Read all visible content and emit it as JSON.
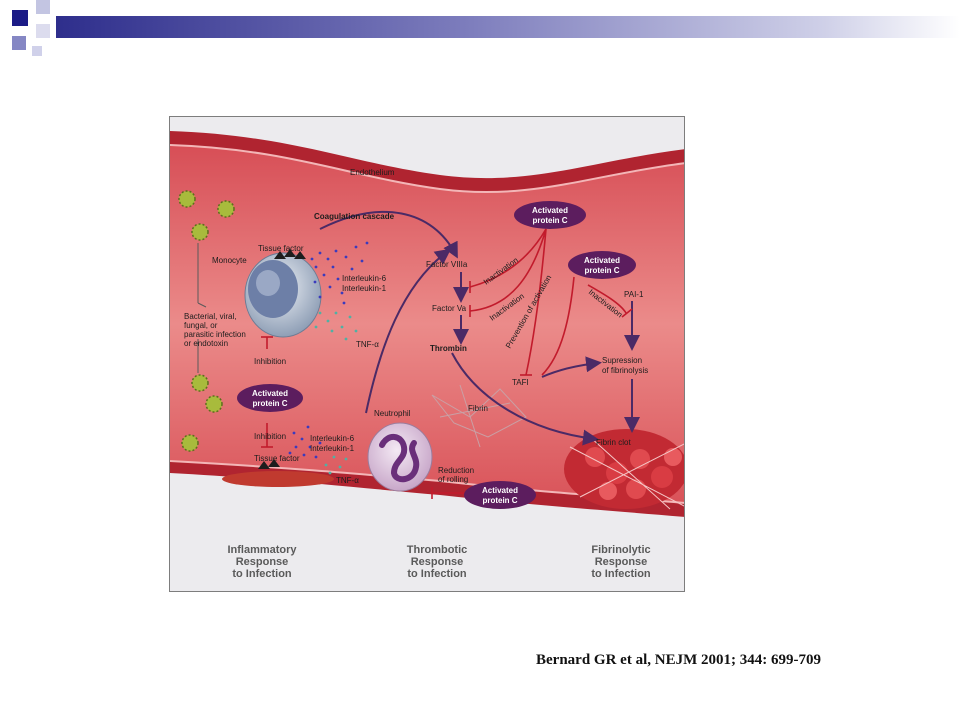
{
  "figure": {
    "labels": {
      "endothelium": "Endothelium",
      "coagulation_cascade": "Coagulation cascade",
      "tissue_factor_top": "Tissue factor",
      "monocyte": "Monocyte",
      "interleukin6_top": "Interleukin-6",
      "interleukin1_top": "Interleukin-1",
      "tnf_top": "TNF-α",
      "infection_line1": "Bacterial, viral,",
      "infection_line2": "fungal, or",
      "infection_line3": "parasitic infection",
      "infection_line4": "or endotoxin",
      "inhibition_top": "Inhibition",
      "inhibition_bottom": "Inhibition",
      "tissue_factor_bottom": "Tissue factor",
      "neutrophil": "Neutrophil",
      "interleukin6_bottom": "Interleukin-6",
      "interleukin1_bottom": "Interleukin-1",
      "tnf_bottom": "TNF-α",
      "reduction_line1": "Reduction",
      "reduction_line2": "of rolling",
      "factor_viiia": "Factor VIIIa",
      "factor_va": "Factor Va",
      "thrombin": "Thrombin",
      "inactivation_1": "Inactivation",
      "inactivation_2": "Inactivation",
      "inactivation_3": "Inactivation",
      "prevention": "Prevention of activation",
      "tafi": "TAFI",
      "fibrin": "Fibrin",
      "pai1": "PAI-1",
      "supression_line1": "Supression",
      "supression_line2": "of fibrinolysis",
      "fibrin_clot": "Fibrin clot"
    },
    "apc": {
      "line1": "Activated",
      "line2": "protein C"
    },
    "captions": {
      "inflammatory": [
        "Inflammatory",
        "Response",
        "to Infection"
      ],
      "thrombotic": [
        "Thrombotic",
        "Response",
        "to Infection"
      ],
      "fibrinolytic": [
        "Fibrinolytic",
        "Response",
        "to Infection"
      ]
    },
    "colors": {
      "vessel_wall": "#b02430",
      "lumen": "#e0686c",
      "apc_pill": "#5c1d5e",
      "inhibit_line": "#c21b2c",
      "pathway_arrow": "#4b2a66"
    }
  },
  "citation": "Bernard GR et al, NEJM 2001; 344: 699-709"
}
